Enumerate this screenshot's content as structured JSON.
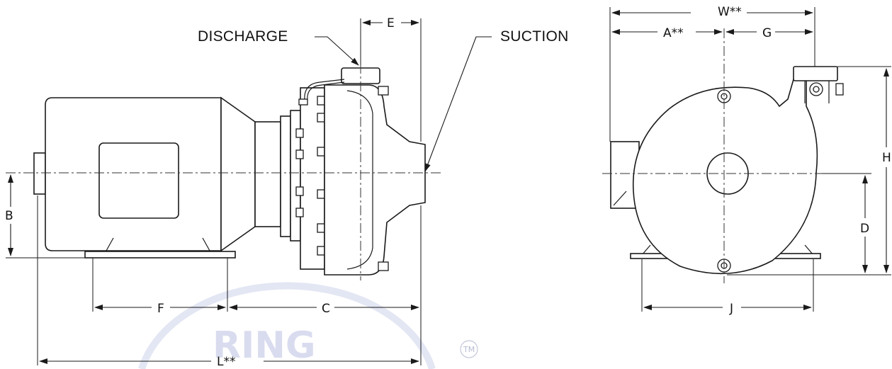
{
  "callouts": {
    "discharge": "DISCHARGE",
    "suction": "SUCTION"
  },
  "dimensions": {
    "A": "A**",
    "B": "B",
    "C": "C",
    "D": "D",
    "E": "E",
    "F": "F",
    "G": "G",
    "H": "H",
    "J": "J",
    "L": "L**",
    "W": "W**"
  },
  "watermark": {
    "text": "RING",
    "mark": "TM",
    "color": "#d9dcef"
  },
  "colors": {
    "line": "#1a1a1a",
    "background": "#ffffff"
  }
}
